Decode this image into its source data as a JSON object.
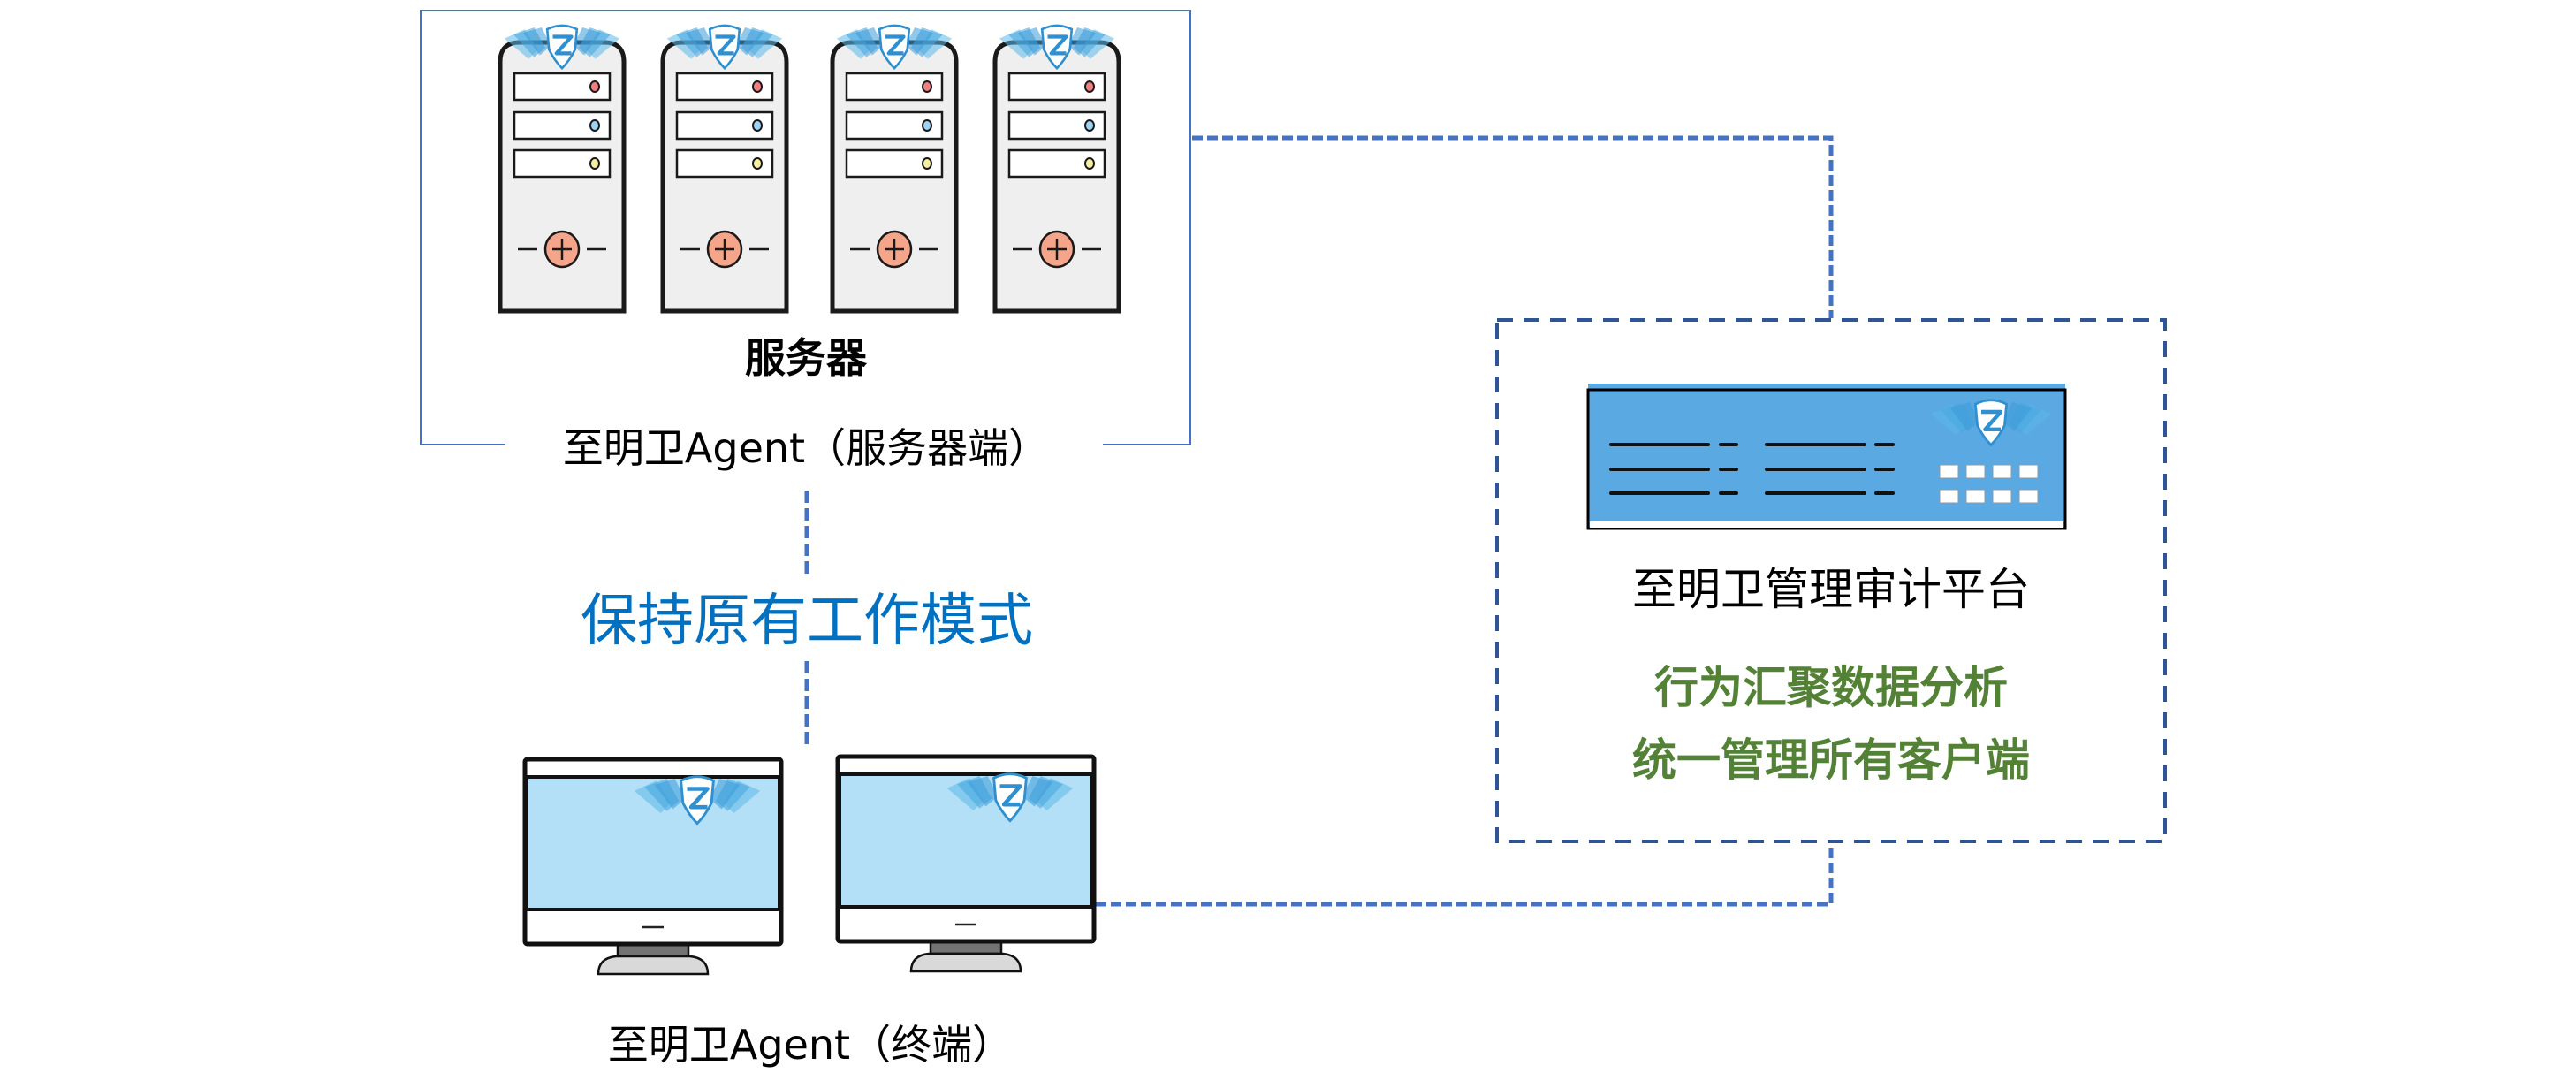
{
  "server_group": {
    "title": "服务器",
    "caption": "至明卫Agent（服务器端）",
    "server_count": 4,
    "icon": "server-tower-icon"
  },
  "connector_label": {
    "text": "保持原有工作模式"
  },
  "terminals": {
    "caption": "至明卫Agent（终端）",
    "monitor_count": 2,
    "icon": "monitor-icon"
  },
  "platform": {
    "title": "至明卫管理审计平台",
    "features": [
      "行为汇聚数据分析",
      "统一管理所有客户端"
    ],
    "icon": "appliance-icon"
  },
  "brand": {
    "logo_icon": "zhimingwei-shield-logo-icon"
  },
  "colors": {
    "server_box_border": "#4472c4",
    "connector": "#4472c4",
    "platform_box_border": "#2f5597",
    "mode_text": "#0070c0",
    "feature_text": "#538135",
    "appliance_fill": "#5ba9e2",
    "screen_fill": "#b4e0f7",
    "server_fill": "#efefef",
    "power_button": "#f4a58a",
    "led_red": "#f08080",
    "led_blue": "#9fd3f5",
    "led_yellow": "#f7f0a0"
  }
}
